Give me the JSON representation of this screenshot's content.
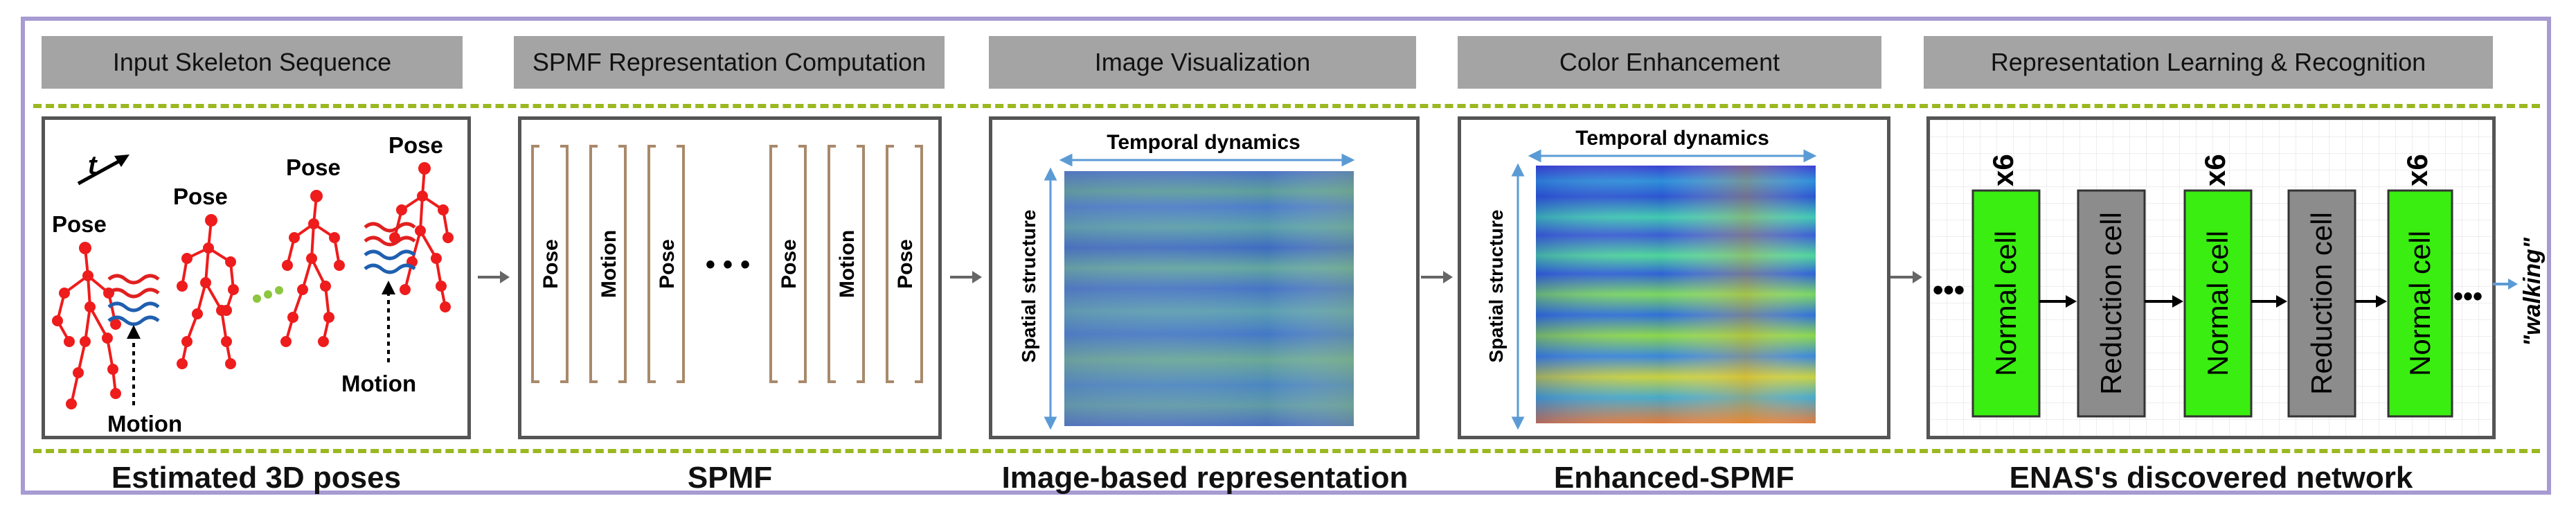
{
  "headers": [
    "Input Skeleton Sequence",
    "SPMF Representation Computation",
    "Image Visualization",
    "Color Enhancement",
    "Representation Learning & Recognition"
  ],
  "captions": [
    "Estimated 3D poses",
    "SPMF",
    "Image-based representation",
    "Enhanced-SPMF",
    "ENAS's discovered network"
  ],
  "skeleton": {
    "time_label": "t",
    "pose_label": "Pose",
    "motion_label": "Motion"
  },
  "spmf": {
    "blocks": [
      "Pose",
      "Motion",
      "Pose",
      "Pose",
      "Motion",
      "Pose"
    ],
    "ellipsis": "• • •"
  },
  "image": {
    "temporal_label": "Temporal dynamics",
    "spatial_label": "Spatial structure"
  },
  "network": {
    "cells": [
      "Normal cell",
      "Reduction cell",
      "Normal cell",
      "Reduction cell",
      "Normal cell"
    ],
    "repeat_label": "x6",
    "output_label": "\"walking\"",
    "dots": "•••"
  },
  "colors": {
    "frame": "#a79bd2",
    "header_bg": "#a4a4a4",
    "dash": "#9ab81f",
    "skeleton": "#ee1c1c",
    "normal_cell": "#39ee10",
    "reduction_cell": "#8c8c8c",
    "bracket": "#a8896a",
    "arrow_blue": "#5b9bd5"
  }
}
